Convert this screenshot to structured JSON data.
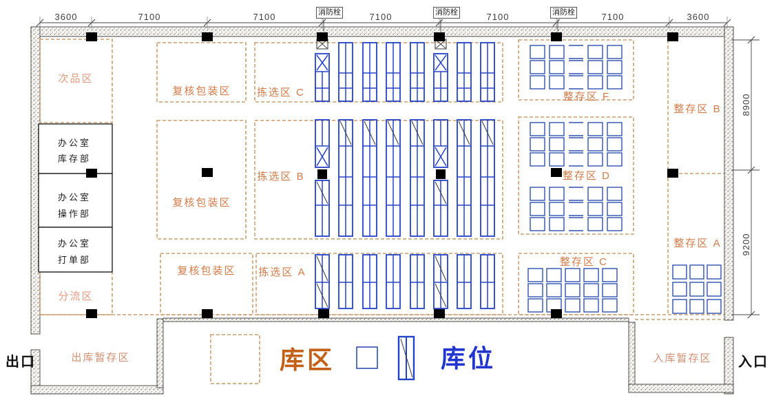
{
  "dims": {
    "top": [
      "3600",
      "7100",
      "7100",
      "7100",
      "7100",
      "7100",
      "3600"
    ],
    "right": [
      "8900",
      "9200"
    ]
  },
  "hydrant": "消防栓",
  "zones": {
    "left": [
      {
        "label": "次品区"
      },
      {
        "lines": [
          "办公室",
          "库存部"
        ]
      },
      {
        "lines": [
          "办公室",
          "操作部"
        ]
      },
      {
        "lines": [
          "办公室",
          "打单部"
        ]
      },
      {
        "label": "分流区"
      }
    ],
    "packing": [
      "复核包装区",
      "复核包装区",
      "复核包装区"
    ],
    "picking": [
      "拣选区 C",
      "拣选区 B",
      "拣选区 A"
    ],
    "storage_right": [
      "整存区 F",
      "整存区 B",
      "整存区 D",
      "整存区 A",
      "整存区 C"
    ],
    "staging_out": "出库暂存区",
    "staging_in": "入库暂存区"
  },
  "doors": {
    "exit": "出口",
    "entrance": "入口"
  },
  "legend": {
    "zone": "库区",
    "slot": "库位"
  },
  "colors": {
    "zone_dash": "#c08a52",
    "zone_text": "#d27b49",
    "rack_blue": "#2342c8",
    "pallet_blue": "#2e4fb0",
    "legend_orange": "#c35f16",
    "legend_blue": "#2335cf"
  }
}
